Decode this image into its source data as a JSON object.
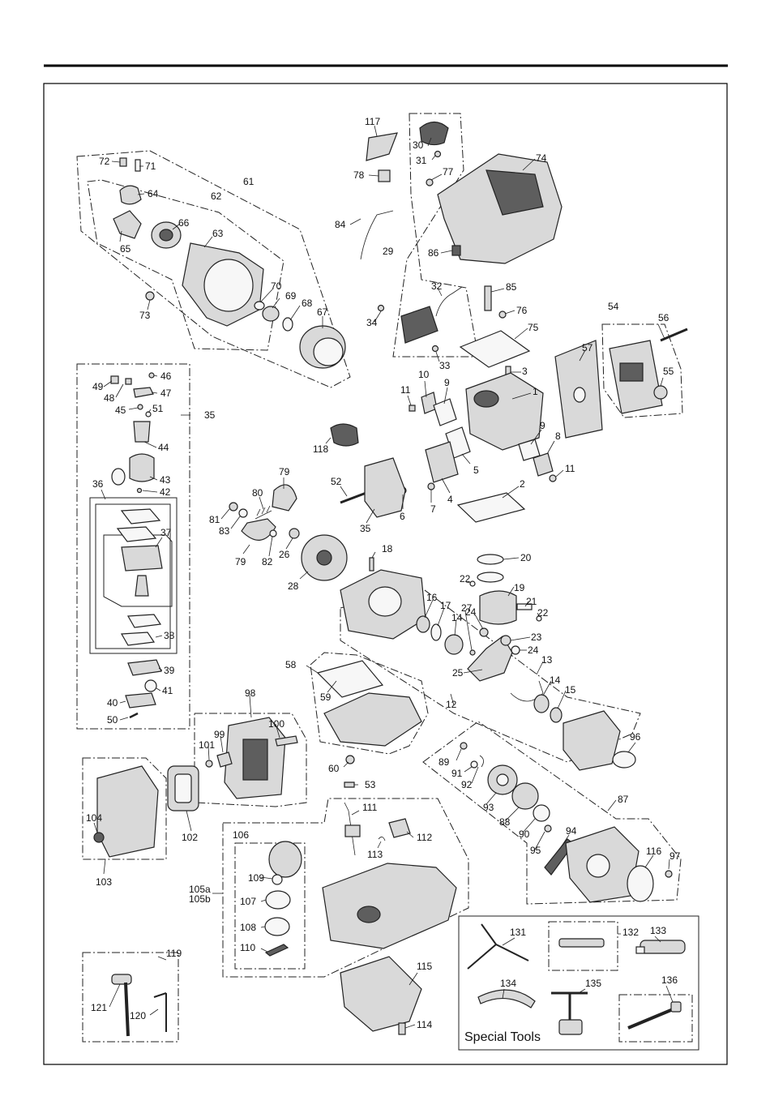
{
  "callouts": {
    "c72": "72",
    "c71": "71",
    "c61": "61",
    "c64": "64",
    "c62": "62",
    "c66": "66",
    "c63": "63",
    "c65": "65",
    "c73": "73",
    "c70": "70",
    "c69": "69",
    "c68": "68",
    "c67": "67",
    "c117": "117",
    "c30": "30",
    "c31": "31",
    "c74": "74",
    "c77": "77",
    "c78": "78",
    "c84": "84",
    "c29": "29",
    "c86": "86",
    "c32": "32",
    "c85": "85",
    "c34": "34",
    "c76": "76",
    "c75": "75",
    "c33": "33",
    "c3": "3",
    "c54": "54",
    "c56": "56",
    "c57": "57",
    "c55": "55",
    "c49": "49",
    "c46": "46",
    "c48": "48",
    "c47": "47",
    "c45": "45",
    "c51": "51",
    "c35a": "35",
    "c44": "44",
    "c43": "43",
    "c42": "42",
    "c36": "36",
    "c37": "37",
    "c38": "38",
    "c39": "39",
    "c40": "40",
    "c41": "41",
    "c50": "50",
    "c10": "10",
    "c9a": "9",
    "c11a": "11",
    "c1": "1",
    "c118": "118",
    "c9b": "9",
    "c8": "8",
    "c5": "5",
    "c11b": "11",
    "c79a": "79",
    "c80": "80",
    "c52": "52",
    "c81": "81",
    "c83": "83",
    "c79b": "79",
    "c82": "82",
    "c26": "26",
    "c6": "6",
    "c7": "7",
    "c4": "4",
    "c2": "2",
    "c35b": "35",
    "c18": "18",
    "c20": "20",
    "c22a": "22",
    "c19": "19",
    "c28": "28",
    "c16": "16",
    "c17": "17",
    "c21": "21",
    "c22b": "22",
    "c24a": "24",
    "c14a": "14",
    "c27": "27",
    "c23": "23",
    "c24b": "24",
    "c13": "13",
    "c25": "25",
    "c14b": "14",
    "c15": "15",
    "c12": "12",
    "c58": "58",
    "c59": "59",
    "c98": "98",
    "c99": "99",
    "c100": "100",
    "c101": "101",
    "c96": "96",
    "c89": "89",
    "c91": "91",
    "c92": "92",
    "c87": "87",
    "c93": "93",
    "c88": "88",
    "c90": "90",
    "c94": "94",
    "c95": "95",
    "c116": "116",
    "c97": "97",
    "c60": "60",
    "c53": "53",
    "c104": "104",
    "c102": "102",
    "c103": "103",
    "c111": "111",
    "c112": "112",
    "c113": "113",
    "c106": "106",
    "c109": "109",
    "c105a": "105a",
    "c105b": "105b",
    "c107": "107",
    "c108": "108",
    "c110": "110",
    "c119": "119",
    "c121": "121",
    "c120": "120",
    "c115": "115",
    "c114": "114",
    "c131": "131",
    "c132": "132",
    "c133": "133",
    "c134": "134",
    "c135": "135",
    "c136": "136"
  },
  "special_tools_label": "Special Tools"
}
